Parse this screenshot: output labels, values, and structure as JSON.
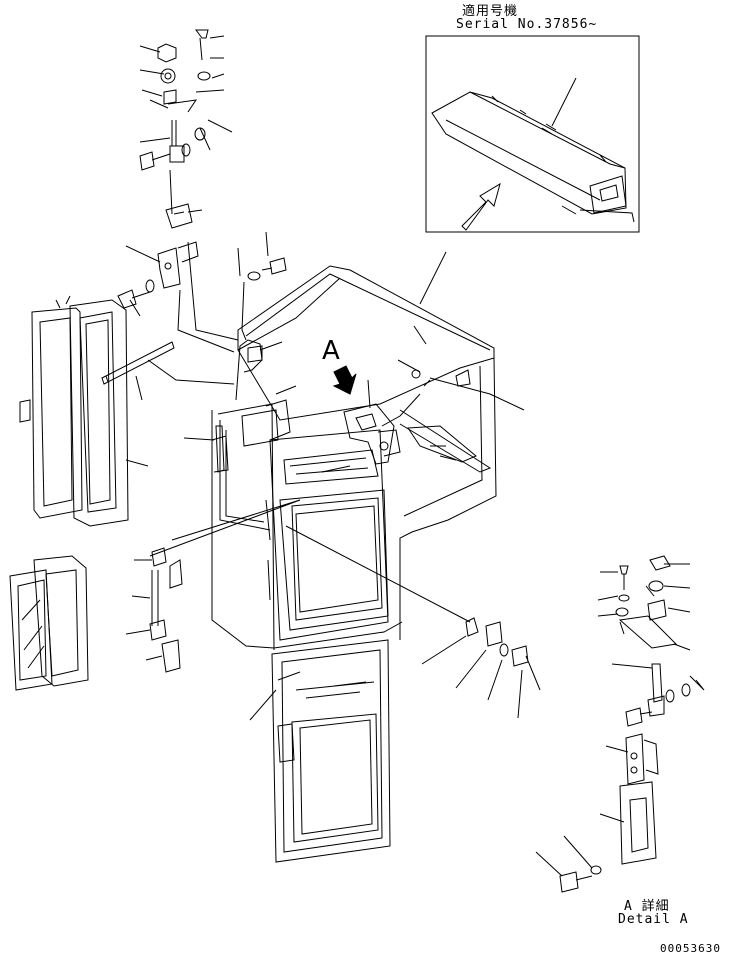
{
  "header": {
    "applicability_jp": "適用号機",
    "serial": "Serial No.37856~"
  },
  "view_label": "A",
  "detail": {
    "label_jp": "A 詳細",
    "label_en": "Detail A"
  },
  "drawing_number": "00053630",
  "colors": {
    "ink": "#000000",
    "paper": "#ffffff"
  },
  "icons": [
    "view-direction-arrow-icon",
    "inset-arrow-icon"
  ]
}
